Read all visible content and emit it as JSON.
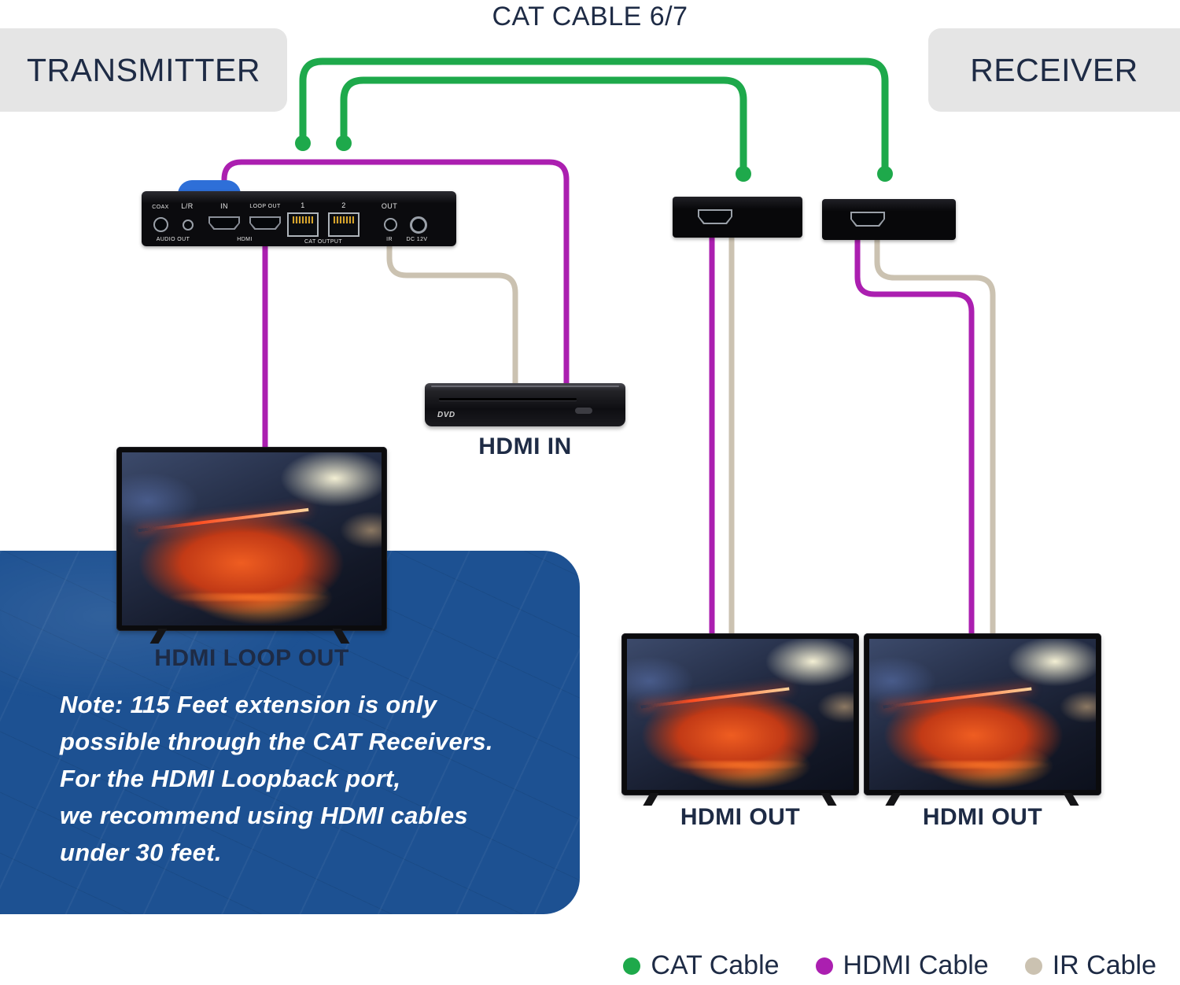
{
  "title": "CAT CABLE 6/7",
  "pills": {
    "transmitter": "TRANSMITTER",
    "receiver": "RECEIVER"
  },
  "captions": {
    "hdmi_in": "HDMI IN",
    "hdmi_loop_out": "HDMI LOOP OUT",
    "hdmi_out_left": "HDMI OUT",
    "hdmi_out_right": "HDMI OUT"
  },
  "device": {
    "labels_top": {
      "coax": "COAX",
      "lr": "L/R",
      "hdmi_in": "IN",
      "loop_out": "LOOP OUT",
      "cat1": "1",
      "cat2": "2",
      "ir_out": "OUT"
    },
    "labels_bottom": {
      "audio": "AUDIO OUT",
      "hdmi": "HDMI",
      "cat": "CAT OUTPUT",
      "ir": "IR",
      "dc": "DC 12V"
    }
  },
  "dvd": {
    "logo": "DVD"
  },
  "note": {
    "lines": [
      "Note: 115 Feet extension is only",
      "possible through the CAT Receivers.",
      "For the HDMI Loopback port,",
      "we recommend using HDMI cables",
      "under 30 feet."
    ]
  },
  "legend": {
    "items": [
      {
        "label": "CAT Cable"
      },
      {
        "label": "HDMI Cable"
      },
      {
        "label": "IR Cable"
      }
    ]
  },
  "colors": {
    "cat": "#1ea94b",
    "hdmi": "#ab1fb0",
    "ir": "#cbc2b1",
    "text": "#1e2b45",
    "label_bg": "#e5e5e5",
    "note_bg": "#1d5192"
  }
}
